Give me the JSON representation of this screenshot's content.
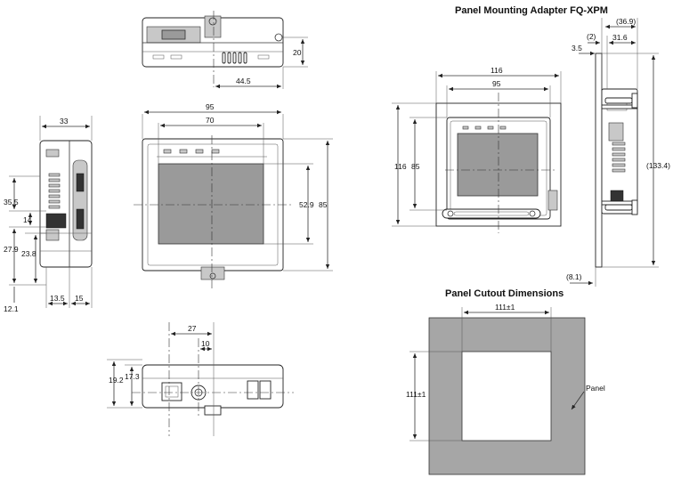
{
  "titles": {
    "adapter": "Panel Mounting Adapter FQ-XPM",
    "cutout": "Panel Cutout Dimensions"
  },
  "top_view": {
    "d20": "20",
    "d44_5": "44.5"
  },
  "side_view": {
    "d33": "33",
    "d35_5": "35.5",
    "d14": "14",
    "d27_9": "27.9",
    "d23_8": "23.8",
    "d12_1": "12.1",
    "d13_5": "13.5",
    "d15": "15"
  },
  "front_view": {
    "d95": "95",
    "d70": "70",
    "d52_9": "52.9",
    "d85": "85"
  },
  "bottom_view": {
    "d27": "27",
    "d10": "10",
    "d19_2": "19.2",
    "d17_3": "17.3"
  },
  "adapter_front": {
    "d116w": "116",
    "d95": "95",
    "d116h": "116",
    "d85": "85"
  },
  "adapter_side": {
    "d36_9": "(36.9)",
    "d2": "(2)",
    "d31_6": "31.6",
    "d3_5": "3.5",
    "d133_4": "(133.4)",
    "d8_1": "(8.1)"
  },
  "cutout": {
    "dw": "111±1",
    "dh": "111±1",
    "panel_label": "Panel"
  },
  "colors": {
    "panel_fill": "#a6a6a6",
    "screen_fill": "#9a9a9a",
    "line": "#333333"
  }
}
